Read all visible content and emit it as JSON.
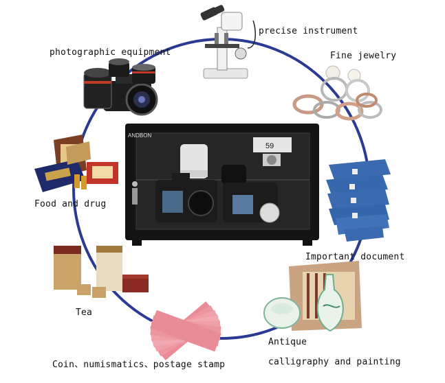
{
  "colors": {
    "ring": "#2b3a93",
    "cabinet_body": "#141414",
    "glass": "#2a2a2a"
  },
  "cabinet": {
    "brand": "ANDBON",
    "display_value": "59"
  },
  "labels": {
    "precise_instrument": "precise instrument",
    "photographic_equipment": "photographic equipment",
    "fine_jewelry": "Fine jewelry",
    "food_and_drug": "Food and drug",
    "important_document": "Important document",
    "tea": "Tea",
    "antique": "Antique",
    "coin": "Coin、numismatics、postage stamp",
    "calligraphy": "calligraphy and painting"
  },
  "icons": [
    "microscope-icon",
    "camera-lens-icon",
    "jewelry-rings-icon",
    "food-drug-box-icon",
    "binder-stack-icon",
    "tea-canister-icon",
    "porcelain-vase-icon",
    "banknotes-icon"
  ]
}
